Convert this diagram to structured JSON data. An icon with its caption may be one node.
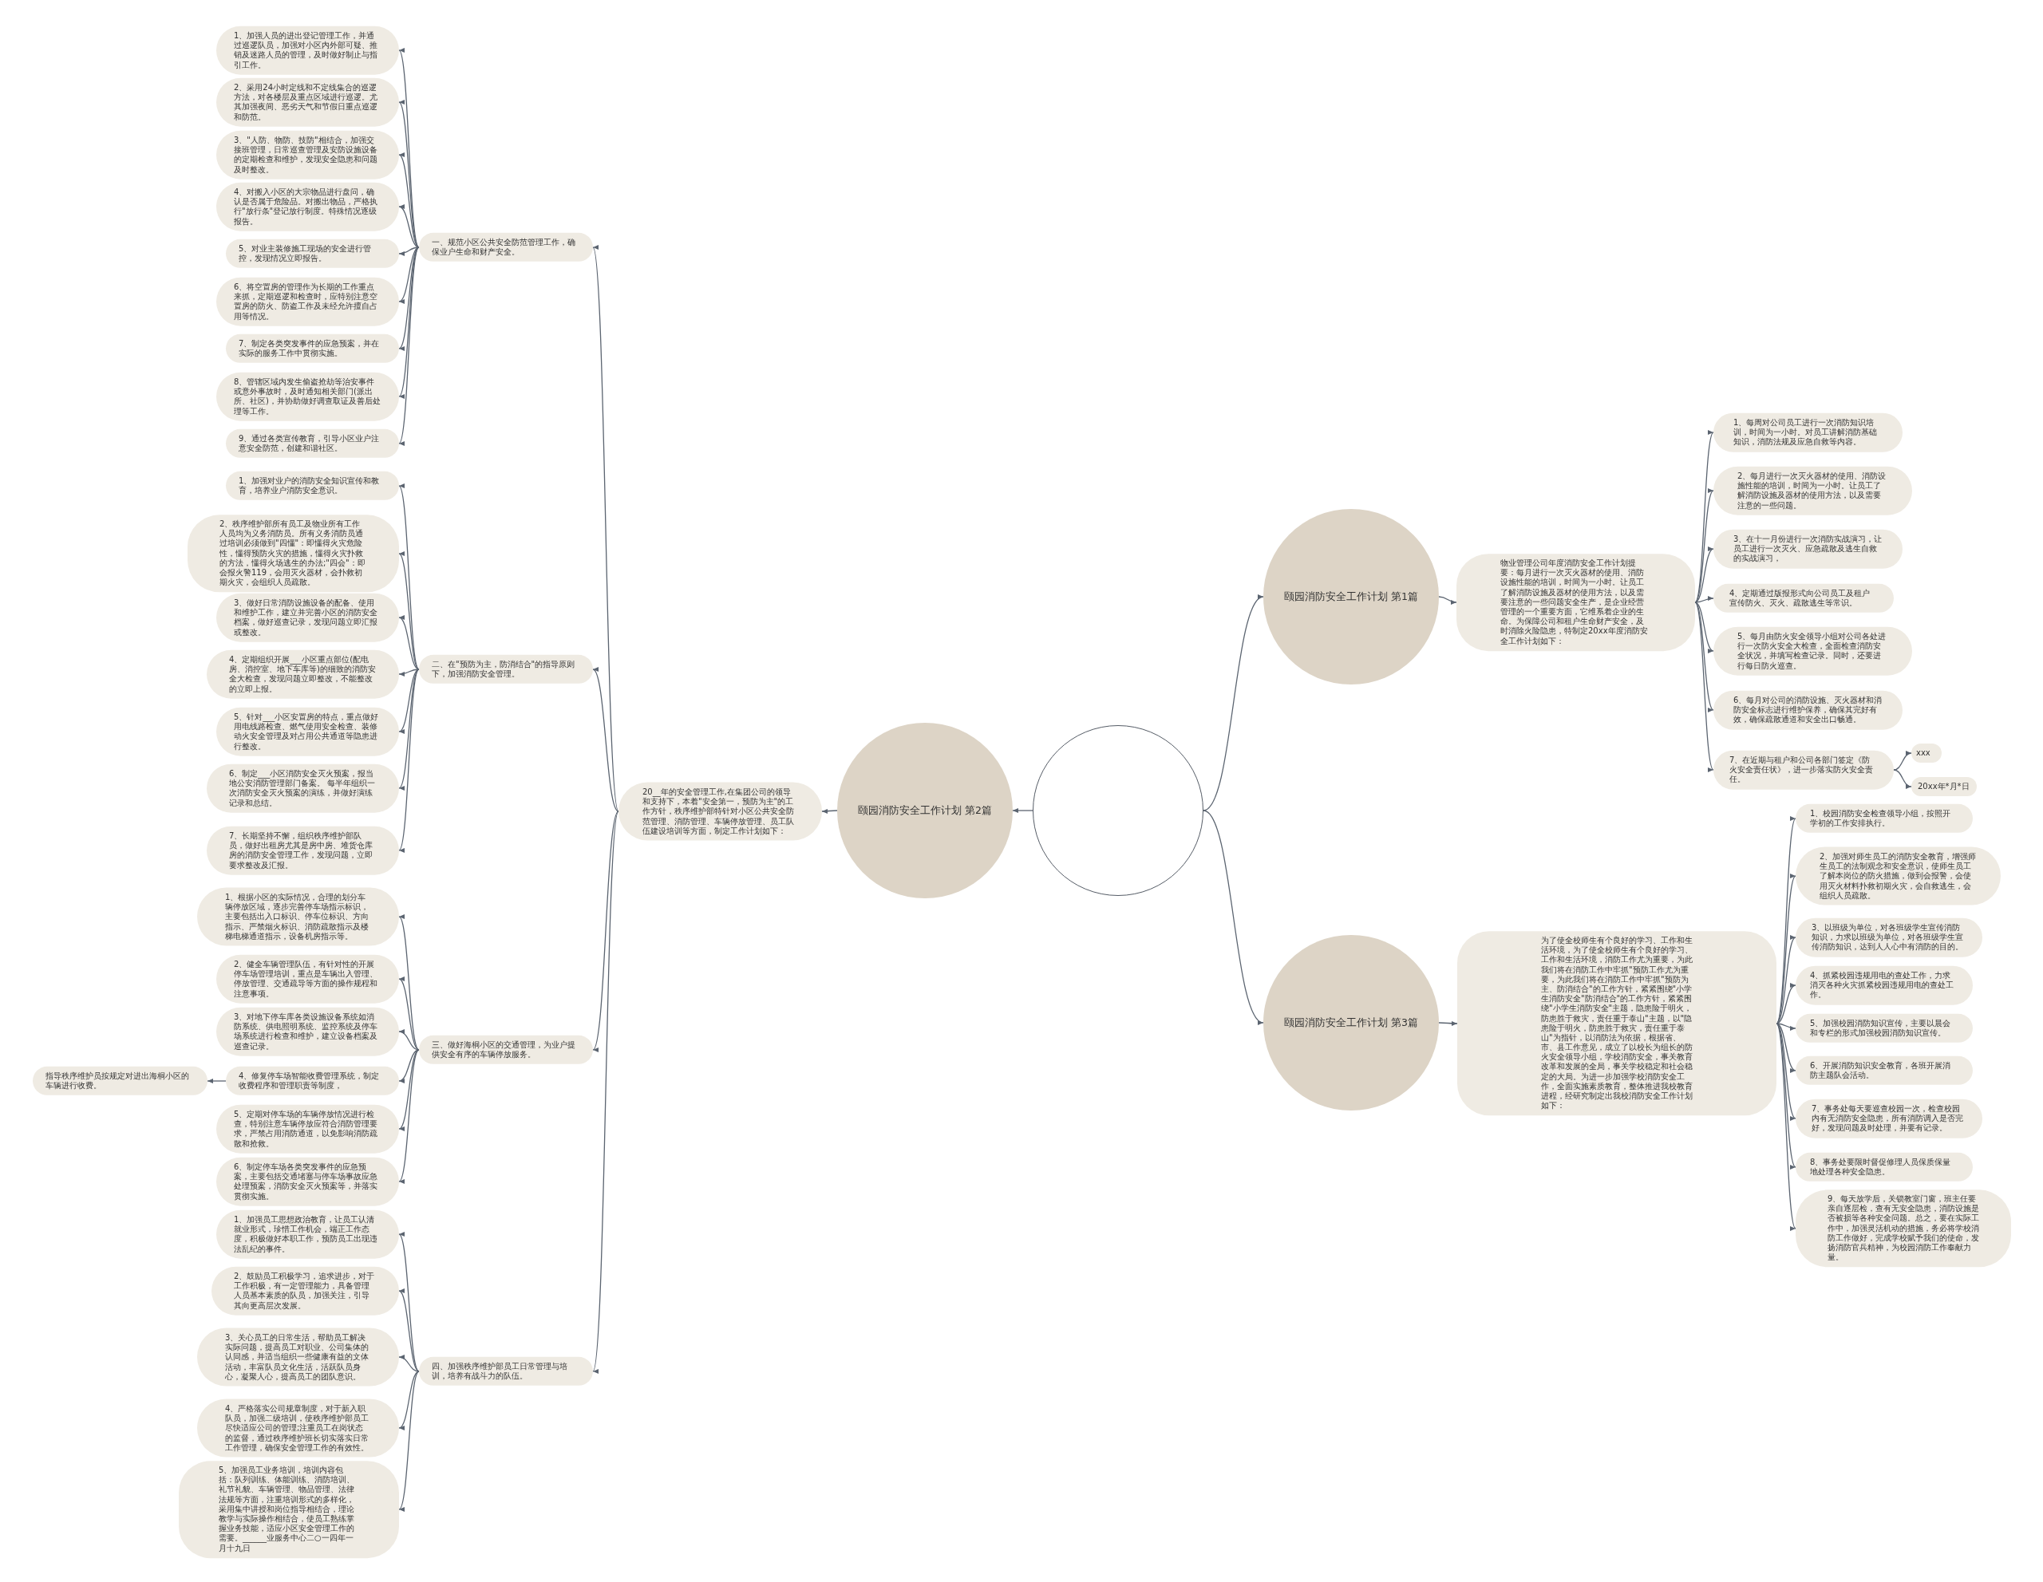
{
  "diagram": {
    "nodes": [
      {
        "text": [],
        "shape": "circle"
      },
      {
        "text": [
          "颐园消防安全工作计划 第2篇"
        ]
      },
      {
        "text": [
          "20__年的安全管理工作,在集团公司的领导和支持下，本着\"安全第一，预防为主\"的工作方针，秩序维护部特针对小区公共安全防范管理、消防管理、车辆停放管理、员工队伍建设培训等方面，制定工作计划如下："
        ]
      },
      {
        "text": [
          "一、规范小区公共安全防范管理工作，确保业户生命和财产安全。"
        ]
      },
      {
        "text": [
          "1、加强人员的进出登记管理工作，并通过巡逻队员，加强对小区内外部可疑、推销及迷路人员的管理，及时做好制止与指引工作。"
        ]
      },
      {
        "text": [
          "2、采用24小时定线和不定线集合的巡逻方法，对各楼层及重点区域进行巡逻。尤其加强夜间、恶劣天气和节假日重点巡逻和防范。"
        ]
      },
      {
        "text": [
          "3、\"人防、物防、技防\"相结合，加强交接班管理，日常巡查管理及安防设施设备的定期检查和维护，发现安全隐患和问题及时整改。"
        ]
      },
      {
        "text": [
          "4、对搬入小区的大宗物品进行盘问，确认是否属于危险品。对搬出物品，严格执行\"放行条\"登记放行制度。特殊情况逐级报告。"
        ]
      },
      {
        "text": [
          "5、对业主装修施工现场的安全进行管控，发现情况立即报告。"
        ]
      },
      {
        "text": [
          "6、将空置房的管理作为长期的工作重点来抓，定期巡逻和检查时，应特别注意空置房的防火、防盗工作及未经允许擅自占用等情况。"
        ]
      },
      {
        "text": [
          "7、制定各类突发事件的应急预案，并在实际的服务工作中贯彻实施。"
        ]
      },
      {
        "text": [
          "8、管辖区域内发生偷盗抢劫等治安事件或意外事故时，及时通知相关部门(派出所、社区)，并协助做好调查取证及善后处理等工作。"
        ]
      },
      {
        "text": [
          "9、通过各类宣传教育，引导小区业户注意安全防范，创建和谐社区。"
        ]
      },
      {
        "text": [
          "二、在\"预防为主，防消结合\"的指导原则下，加强消防安全管理。"
        ]
      },
      {
        "text": [
          "1、加强对业户的消防安全知识宣传和教育，培养业户消防安全意识。"
        ]
      },
      {
        "text": [
          "2、秩序维护部所有员工及物业所有工作人员均为义务消防员。所有义务消防员通过培训必须做到\"四懂\"：即懂得火灾危险性，懂得预防火灾的措施，懂得火灾扑救的方法，懂得火场逃生的办法;\"四会\"：即会报火警119，会用灭火器材，会扑救初期火灾，会组织人员疏散。"
        ]
      },
      {
        "text": [
          "3、做好日常消防设施设备的配备、使用和维护工作，建立并完善小区的消防安全档案，做好巡查记录，发现问题立即汇报或整改。"
        ]
      },
      {
        "text": [
          "4、定期组织开展___小区重点部位(配电房、消控室、地下车库等)的细致的消防安全大检查，发现问题立即整改，不能整改的立即上报。"
        ]
      },
      {
        "text": [
          "5、针对___小区安置房的特点，重点做好用电线路检查、燃气使用安全检查、装修动火安全管理及对占用公共通道等隐患进行整改。"
        ]
      },
      {
        "text": [
          "6、制定___小区消防安全灭火预案，报当地公安消防管理部门备案。 每半年组织一次消防安全灭火预案的演练，并做好演练记录和总结。"
        ]
      },
      {
        "text": [
          "7、长期坚持不懈，组织秩序维护部队员，做好出租房尤其是房中房、堆货仓库房的消防安全管理工作，发现问题，立即要求整改及汇报。"
        ]
      },
      {
        "text": [
          "三、做好海桐小区的交通管理，为业户提供安全有序的车辆停放服务。"
        ]
      },
      {
        "text": [
          "1、根据小区的实际情况，合理的划分车辆停放区域，逐步完善停车场指示标识，主要包括出入口标识、停车位标识、方向指示、严禁烟火标识、消防疏散指示及楼梯电梯通道指示，设备机房指示等。"
        ]
      },
      {
        "text": [
          "2、健全车辆管理队伍，有针对性的开展停车场管理培训，重点是车辆出入管理、停放管理、交通疏导等方面的操作规程和注意事项。"
        ]
      },
      {
        "text": [
          "3、对地下停车库各类设施设备系统如消防系统、供电照明系统、监控系统及停车场系统进行检查和维护，建立设备档案及巡查记录。"
        ]
      },
      {
        "text": [
          "4、修复停车场智能收费管理系统，制定收费程序和管理职责等制度，"
        ]
      },
      {
        "text": [
          "5、定期对停车场的车辆停放情况进行检查，特别注意车辆停放应符合消防管理要求，严禁占用消防通道，以免影响消防疏散和抢救。"
        ]
      },
      {
        "text": [
          "6、制定停车场各类突发事件的应急预案，主要包括交通堵塞与停车场事故应急处理预案，消防安全灭火预案等，并落实贯彻实施。"
        ]
      },
      {
        "text": [
          "指导秩序维护员按规定对进出海桐小区的车辆进行收费。"
        ]
      },
      {
        "text": [
          "四、加强秩序维护部员工日常管理与培训，培养有战斗力的队伍。"
        ]
      },
      {
        "text": [
          "1、加强员工思想政治教育，让员工认清就业形式，珍惜工作机会，端正工作态度，积极做好本职工作，预防员工出现违法乱纪的事件。"
        ]
      },
      {
        "text": [
          "2、鼓励员工积极学习，追求进步，对于工作积极，有一定管理能力，具备管理人员基本素质的队员，加强关注，引导其向更高层次发展。"
        ]
      },
      {
        "text": [
          "3、关心员工的日常生活，帮助员工解决实际问题，提高员工对职业、公司集体的认同感，并适当组织一些健康有益的文体活动，丰富队员文化生活，活跃队员身心，凝聚人心，提高员工的团队意识。"
        ]
      },
      {
        "text": [
          "4、严格落实公司规章制度，对于新入职队员，加强二级培训，使秩序维护部员工尽快适应公司的管理;注重员工在岗状态的监督，通过秩序维护班长切实落实日常工作管理，确保安全管理工作的有效性。"
        ]
      },
      {
        "text": [
          "5、加强员工业务培训，培训内容包括：队列训练、体能训练、消防培训、礼节礼貌、车辆管理、物品管理、法律法规等方面，注重培训形式的多样化，采用集中讲授和岗位指导相结合，理论教学与实际操作相结合，使员工熟练掌握业务技能，适应小区安全管理工作的需要。______业服务中心二○一四年一月十九日"
        ]
      },
      {
        "text": [
          "颐园消防安全工作计划 第1篇"
        ]
      },
      {
        "text": [
          "物业管理公司年度消防安全工作计划提要：每月进行一次灭火器材的使用、消防设施性能的培训，时间为一小时。让员工了解消防设施及器材的使用方法，以及需要注意的一些问题安全生产，是企业经营管理的一个重要方面，它维系着企业的生命。为保障公司和租户生命财产安全，及时消除火险隐患，特制定20xx年度消防安全工作计划如下："
        ]
      },
      {
        "text": [
          "1、每周对公司员工进行一次消防知识培训，时间为一小时。对员工讲解消防基础知识，消防法规及应急自救等内容。"
        ]
      },
      {
        "text": [
          "2、每月进行一次灭火器材的使用、消防设施性能的培训，时间为一小时。让员工了解消防设施及器材的使用方法，以及需要注意的一些问题。"
        ]
      },
      {
        "text": [
          "3、在十一月份进行一次消防实战演习，让员工进行一次灭火、应急疏散及逃生自救的实战演习，"
        ]
      },
      {
        "text": [
          "4、定期通过版报形式向公司员工及租户宣传防火、灭火、疏散逃生等常识。"
        ]
      },
      {
        "text": [
          "5、每月由防火安全领导小组对公司各处进行一次防火安全大检查，全面检查消防安全状况，并填写检查记录。同时，还要进行每日防火巡查。"
        ]
      },
      {
        "text": [
          "6、每月对公司的消防设施、灭火器材和消防安全标志进行维护保养，确保其完好有效，确保疏散通道和安全出口畅通。"
        ]
      },
      {
        "text": [
          "7、在近期与租户和公司各部门签定《防火安全责任状》，进一步落实防火安全责任。"
        ]
      },
      {
        "text": [
          "xxx"
        ]
      },
      {
        "text": [
          "20xx年*月*日"
        ]
      },
      {
        "text": [
          "颐园消防安全工作计划 第3篇"
        ]
      },
      {
        "text": [
          "为了使全校师生有个良好的学习、工作和生活环境，为了使全校师生有个良好的学习、工作和生活环境，消防工作尤为重要，为此我们将在消防工作中牢抓\"预防工作尤为重要，为此我们将在消防工作中牢抓\"预防为主、防消结合\"的工作方针，紧紧围绕\"小学生消防安全\"防消结合\"的工作方针，紧紧围绕\"小学生消防安全\"主题，隐患险于明火，防患胜于救灾，责任重于泰山\"主题，以\"隐患险于明火，防患胜于救灾，责任重于泰山\"为指针，以消防法为依据，根据省、市、县工作意见，成立了以校长为组长的防火安全领导小组，学校消防安全，事关教育改革和发展的全局，事关学校稳定和社会稳定的大局。为进一步加强学校消防安全工作，全面实施素质教育，整体推进我校教育进程，经研究制定出我校消防安全工作计划如下："
        ]
      },
      {
        "text": [
          "1、校园消防安全检查领导小组，按照开学初的工作安排执行。"
        ]
      },
      {
        "text": [
          "2、加强对师生员工的消防安全教育，增强师生员工的法制观念和安全意识，使师生员工了解本岗位的防火措施，做到会报警，会使用灭火材料扑救初期火灾，会自救逃生，会组织人员疏散。"
        ]
      },
      {
        "text": [
          "3、以班级为单位，对各班级学生宣传消防知识，力求以班级为单位，对各班级学生宣传消防知识，达到人人心中有消防的目的。"
        ]
      },
      {
        "text": [
          "4、抓紧校园违规用电的查处工作，力求消灭各种火灾抓紧校园违规用电的查处工作。"
        ]
      },
      {
        "text": [
          "5、加强校园消防知识宣传，主要以晨会和专栏的形式加强校园消防知识宣传。"
        ]
      },
      {
        "text": [
          "6、开展消防知识安全教育，各班开展消防主题队会活动。"
        ]
      },
      {
        "text": [
          "7、事务处每天要巡查校园一次，检查校园内有无消防安全隐患，所有消防调入是否完好，发现问题及时处理，并要有记录。"
        ]
      },
      {
        "text": [
          "8、事务处要限时督促修理人员保质保量地处理各种安全隐患。"
        ]
      },
      {
        "text": [
          "9、每天放学后，关锁教室门窗，班主任要亲自逐层检，查有无安全隐患，消防设施是否被损等各种安全问题。总之，要在实际工作中，加强灵活机动的措施，务必将学校消防工作做好，完成学校赋予我们的使命，发扬消防官兵精神，为校园消防工作奉献力量。"
        ]
      }
    ],
    "edges": [
      {
        "from": 0,
        "to": 1,
        "arrow": "to"
      },
      {
        "from": 0,
        "to": 35,
        "arrow": "to"
      },
      {
        "from": 0,
        "to": 46,
        "arrow": "to"
      },
      {
        "from": 1,
        "to": 2,
        "arrow": "to"
      },
      {
        "from": 2,
        "to": 3,
        "arrow": "to"
      },
      {
        "from": 2,
        "to": 13,
        "arrow": "to"
      },
      {
        "from": 2,
        "to": 21,
        "arrow": "to"
      },
      {
        "from": 2,
        "to": 29,
        "arrow": "to"
      },
      {
        "from": 3,
        "to": 4,
        "arrow": "to"
      },
      {
        "from": 3,
        "to": 5,
        "arrow": "to"
      },
      {
        "from": 3,
        "to": 6,
        "arrow": "to"
      },
      {
        "from": 3,
        "to": 7,
        "arrow": "to"
      },
      {
        "from": 3,
        "to": 8,
        "arrow": "to"
      },
      {
        "from": 3,
        "to": 9,
        "arrow": "to"
      },
      {
        "from": 3,
        "to": 10,
        "arrow": "to"
      },
      {
        "from": 3,
        "to": 11,
        "arrow": "to"
      },
      {
        "from": 3,
        "to": 12,
        "arrow": "to"
      },
      {
        "from": 13,
        "to": 14,
        "arrow": "to"
      },
      {
        "from": 13,
        "to": 15,
        "arrow": "to"
      },
      {
        "from": 13,
        "to": 16,
        "arrow": "to"
      },
      {
        "from": 13,
        "to": 17,
        "arrow": "to"
      },
      {
        "from": 13,
        "to": 18,
        "arrow": "to"
      },
      {
        "from": 13,
        "to": 19,
        "arrow": "to"
      },
      {
        "from": 13,
        "to": 20,
        "arrow": "to"
      },
      {
        "from": 21,
        "to": 22,
        "arrow": "to"
      },
      {
        "from": 21,
        "to": 23,
        "arrow": "to"
      },
      {
        "from": 21,
        "to": 24,
        "arrow": "to"
      },
      {
        "from": 21,
        "to": 25,
        "arrow": "to"
      },
      {
        "from": 21,
        "to": 26,
        "arrow": "to"
      },
      {
        "from": 21,
        "to": 27,
        "arrow": "to"
      },
      {
        "from": 25,
        "to": 28,
        "arrow": "to"
      },
      {
        "from": 29,
        "to": 30,
        "arrow": "to"
      },
      {
        "from": 29,
        "to": 31,
        "arrow": "to"
      },
      {
        "from": 29,
        "to": 32,
        "arrow": "to"
      },
      {
        "from": 29,
        "to": 33,
        "arrow": "to"
      },
      {
        "from": 29,
        "to": 34,
        "arrow": "to"
      },
      {
        "from": 35,
        "to": 36,
        "arrow": "to"
      },
      {
        "from": 36,
        "to": 37,
        "arrow": "to"
      },
      {
        "from": 36,
        "to": 38,
        "arrow": "to"
      },
      {
        "from": 36,
        "to": 39,
        "arrow": "to"
      },
      {
        "from": 36,
        "to": 40,
        "arrow": "to"
      },
      {
        "from": 36,
        "to": 41,
        "arrow": "to"
      },
      {
        "from": 36,
        "to": 42,
        "arrow": "to"
      },
      {
        "from": 36,
        "to": 43,
        "arrow": "to"
      },
      {
        "from": 43,
        "to": 44,
        "arrow": "to"
      },
      {
        "from": 43,
        "to": 45,
        "arrow": "to"
      },
      {
        "from": 46,
        "to": 47,
        "arrow": "to"
      },
      {
        "from": 47,
        "to": 48,
        "arrow": "to"
      },
      {
        "from": 47,
        "to": 49,
        "arrow": "to"
      },
      {
        "from": 47,
        "to": 50,
        "arrow": "to"
      },
      {
        "from": 47,
        "to": 51,
        "arrow": "to"
      },
      {
        "from": 47,
        "to": 52,
        "arrow": "to"
      },
      {
        "from": 47,
        "to": 53,
        "arrow": "to"
      },
      {
        "from": 47,
        "to": 54,
        "arrow": "to"
      },
      {
        "from": 47,
        "to": 55,
        "arrow": "to"
      },
      {
        "from": 47,
        "to": 56,
        "arrow": "to"
      }
    ]
  }
}
